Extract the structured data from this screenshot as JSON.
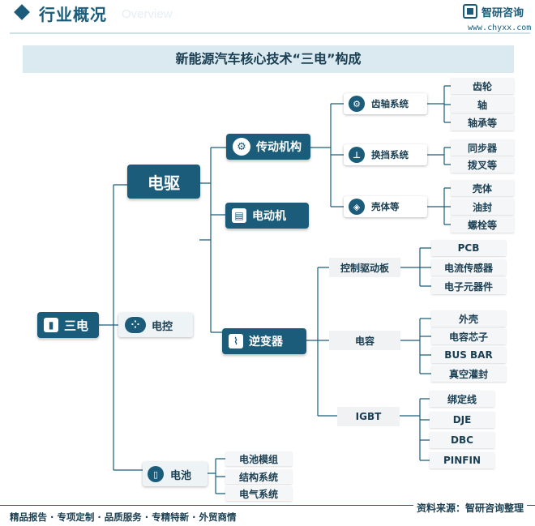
{
  "header": {
    "title": "行业概况",
    "ghost_text": "Overview",
    "logo_name": "智研咨询",
    "logo_url": "www.chyxx.com"
  },
  "banner_title": "新能源汽车核心技术“三电”构成",
  "root": {
    "label": "三电",
    "icon": "battery-icon"
  },
  "level1": {
    "drive": {
      "label": "电驱"
    },
    "control": {
      "label": "电控",
      "icon": "circuit-icon"
    },
    "battery": {
      "label": "电池",
      "icon": "battery-icon"
    }
  },
  "drive_children": {
    "transmission": {
      "label": "传动机构",
      "icon": "gear-icon"
    },
    "motor": {
      "label": "电动机",
      "icon": "motor-icon"
    },
    "inverter": {
      "label": "逆变器",
      "icon": "chart-icon"
    }
  },
  "transmission_children": [
    {
      "label": "齿轴系统",
      "icon": "gear-icon",
      "leaves": [
        "齿轮",
        "轴",
        "轴承等"
      ]
    },
    {
      "label": "换挡系统",
      "icon": "shifter-icon",
      "leaves": [
        "同步器",
        "拨叉等"
      ]
    },
    {
      "label": "壳体等",
      "icon": "box-icon",
      "leaves": [
        "壳体",
        "油封",
        "螺栓等"
      ]
    }
  ],
  "inverter_children": [
    {
      "label": "控制驱动板",
      "leaves": [
        "PCB",
        "电流传感器",
        "电子元器件"
      ]
    },
    {
      "label": "电容",
      "leaves": [
        "外壳",
        "电容芯子",
        "BUS BAR",
        "真空灌封"
      ]
    },
    {
      "label": "IGBT",
      "leaves": [
        "绑定线",
        "DJE",
        "DBC",
        "PINFIN"
      ]
    }
  ],
  "battery_children": [
    "电池模组",
    "结构系统",
    "电气系统"
  ],
  "footer": {
    "tags": "精品报告 · 专项定制 · 品质服务 · 专精特新 · 外贸商情",
    "source": "资料来源：智研咨询整理"
  },
  "colors": {
    "primary": "#1a5c7a",
    "banner": "#dbe9f1",
    "line": "#1a5c7a"
  }
}
